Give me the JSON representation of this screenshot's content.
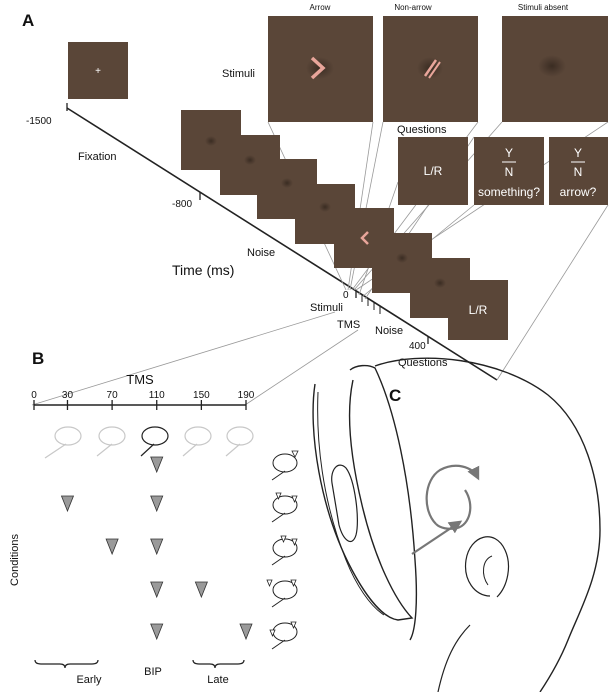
{
  "panelA": {
    "letter": "A",
    "fixation_label": "Fixation",
    "noise_label": "Noise",
    "time_label": "Time (ms)",
    "stimuli_row_label": "Stimuli",
    "questions_row_label": "Questions",
    "stimulus_headers": [
      "Arrow",
      "Non-arrow",
      "Stimuli absent"
    ],
    "times": [
      "-1500",
      "-800",
      "0",
      "400"
    ],
    "timeline_labels": {
      "stimuli": "Stimuli",
      "tms": "TMS",
      "noise": "Noise",
      "questions": "Questions"
    },
    "question_boxes": {
      "lr": "L/R",
      "yes": "Y",
      "no": "N",
      "something": "something?",
      "arrow": "arrow?"
    },
    "noise_lr_text": "L/R",
    "fixation_symbol": "+",
    "colors": {
      "frame": "#5a4638",
      "accent": "#e8a59a",
      "line": "#222222"
    }
  },
  "panelB": {
    "letter": "B",
    "axis_title": "TMS",
    "ticks": [
      "0",
      "30",
      "70",
      "110",
      "150",
      "190"
    ],
    "tick_values": [
      0,
      30,
      70,
      110,
      150,
      190
    ],
    "y_label": "Conditions",
    "group_labels": {
      "early": "Early",
      "bip": "BIP",
      "late": "Late"
    },
    "conditions": [
      {
        "pulses": [
          110
        ]
      },
      {
        "pulses": [
          30,
          110
        ]
      },
      {
        "pulses": [
          70,
          110
        ]
      },
      {
        "pulses": [
          110,
          150
        ]
      },
      {
        "pulses": [
          110,
          190
        ]
      }
    ],
    "marker_color": "#9a9a9a"
  },
  "panelC": {
    "letter": "C",
    "arrow_color": "#777777"
  }
}
